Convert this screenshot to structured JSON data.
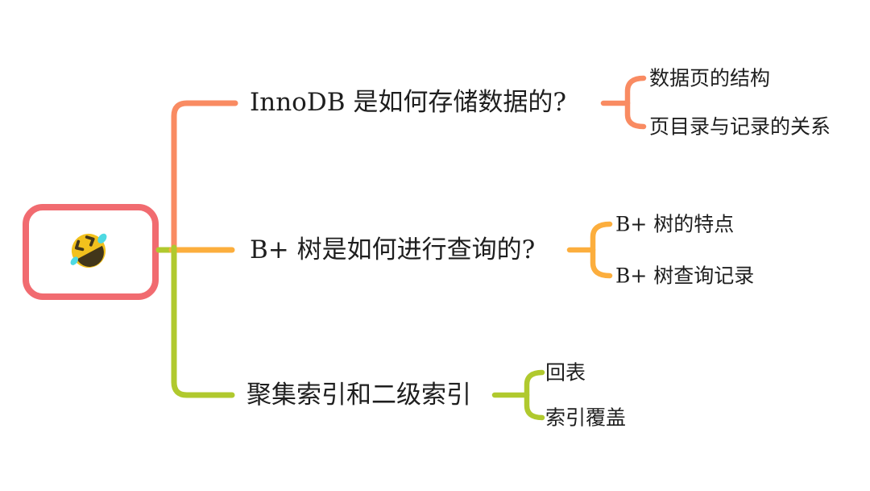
{
  "colors": {
    "root_border": "#f16b70",
    "branch1": "#f98b62",
    "branch2": "#fcae3d",
    "branch3": "#b0c92e",
    "text": "#1e1e1e",
    "emoji_face": "#f2c11d",
    "emoji_dark": "#42361a",
    "emoji_tear": "#4ed9e2",
    "background": "#ffffff"
  },
  "root": {
    "icon": "rofl-laughing-emoji"
  },
  "branches": [
    {
      "label": "InnoDB 是如何存储数据的?",
      "children": [
        "数据页的结构",
        "页目录与记录的关系"
      ]
    },
    {
      "label": "B+ 树是如何进行查询的?",
      "children": [
        "B+ 树的特点",
        "B+ 树查询记录"
      ]
    },
    {
      "label": "聚集索引和二级索引",
      "children": [
        "回表",
        "索引覆盖"
      ]
    }
  ]
}
